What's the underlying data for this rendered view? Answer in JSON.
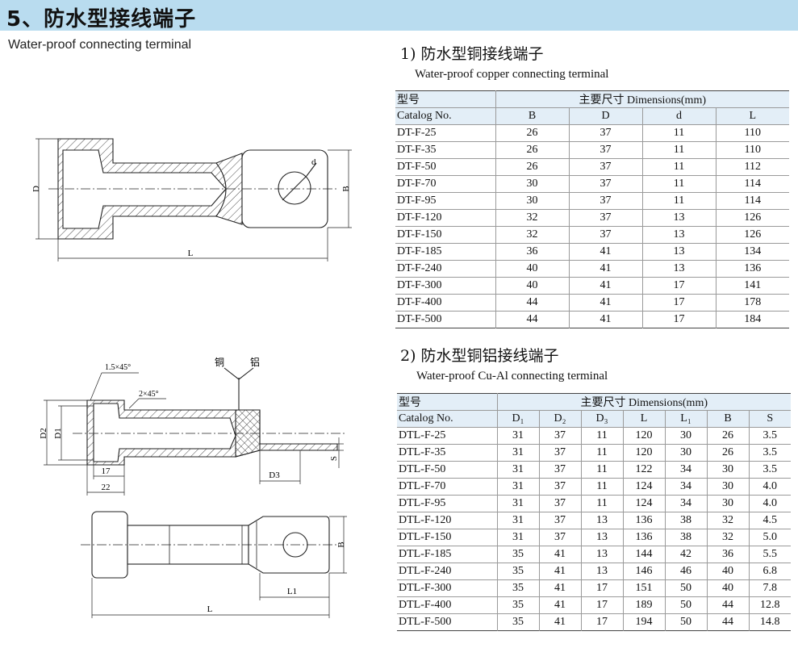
{
  "header": {
    "title": "5、防水型接线端子"
  },
  "subtitle": "Water-proof  connecting terminal",
  "section1": {
    "heading": "1) 防水型铜接线端子",
    "heading_en": "Water-proof copper connecting terminal",
    "col_catalog_cn": "型号",
    "col_catalog_en": "Catalog No.",
    "dims_header": "主要尺寸 Dimensions(mm)",
    "columns": [
      "B",
      "D",
      "d",
      "L"
    ],
    "rows": [
      [
        "DT-F-25",
        "26",
        "37",
        "11",
        "110"
      ],
      [
        "DT-F-35",
        "26",
        "37",
        "11",
        "110"
      ],
      [
        "DT-F-50",
        "26",
        "37",
        "11",
        "112"
      ],
      [
        "DT-F-70",
        "30",
        "37",
        "11",
        "114"
      ],
      [
        "DT-F-95",
        "30",
        "37",
        "11",
        "114"
      ],
      [
        "DT-F-120",
        "32",
        "37",
        "13",
        "126"
      ],
      [
        "DT-F-150",
        "32",
        "37",
        "13",
        "126"
      ],
      [
        "DT-F-185",
        "36",
        "41",
        "13",
        "134"
      ],
      [
        "DT-F-240",
        "40",
        "41",
        "13",
        "136"
      ],
      [
        "DT-F-300",
        "40",
        "41",
        "17",
        "141"
      ],
      [
        "DT-F-400",
        "44",
        "41",
        "17",
        "178"
      ],
      [
        "DT-F-500",
        "44",
        "41",
        "17",
        "184"
      ]
    ]
  },
  "section2": {
    "heading": "2) 防水型铜铝接线端子",
    "heading_en": "Water-proof Cu-Al connecting terminal",
    "col_catalog_cn": "型号",
    "col_catalog_en": "Catalog No.",
    "dims_header": "主要尺寸 Dimensions(mm)",
    "columns": [
      "D₁",
      "D₂",
      "D₃",
      "L",
      "L₁",
      "B",
      "S"
    ],
    "rows": [
      [
        "DTL-F-25",
        "31",
        "37",
        "11",
        "120",
        "30",
        "26",
        "3.5"
      ],
      [
        "DTL-F-35",
        "31",
        "37",
        "11",
        "120",
        "30",
        "26",
        "3.5"
      ],
      [
        "DTL-F-50",
        "31",
        "37",
        "11",
        "122",
        "34",
        "30",
        "3.5"
      ],
      [
        "DTL-F-70",
        "31",
        "37",
        "11",
        "124",
        "34",
        "30",
        "4.0"
      ],
      [
        "DTL-F-95",
        "31",
        "37",
        "11",
        "124",
        "34",
        "30",
        "4.0"
      ],
      [
        "DTL-F-120",
        "31",
        "37",
        "13",
        "136",
        "38",
        "32",
        "4.5"
      ],
      [
        "DTL-F-150",
        "31",
        "37",
        "13",
        "136",
        "38",
        "32",
        "5.0"
      ],
      [
        "DTL-F-185",
        "35",
        "41",
        "13",
        "144",
        "42",
        "36",
        "5.5"
      ],
      [
        "DTL-F-240",
        "35",
        "41",
        "13",
        "146",
        "46",
        "40",
        "6.8"
      ],
      [
        "DTL-F-300",
        "35",
        "41",
        "17",
        "151",
        "50",
        "40",
        "7.8"
      ],
      [
        "DTL-F-400",
        "35",
        "41",
        "17",
        "189",
        "50",
        "44",
        "12.8"
      ],
      [
        "DTL-F-500",
        "35",
        "41",
        "17",
        "194",
        "50",
        "44",
        "14.8"
      ]
    ]
  },
  "drawing1": {
    "label_D": "D",
    "label_d": "d",
    "label_B": "B",
    "label_L": "L"
  },
  "drawing2": {
    "label_chamfer1": "1.5×45°",
    "label_chamfer2": "2×45°",
    "label_copper": "铜",
    "label_aluminum": "铝",
    "label_D2": "D2",
    "label_D1": "D1",
    "label_17": "17",
    "label_22": "22",
    "label_D3": "D3",
    "label_S": "S"
  },
  "drawing3": {
    "label_B": "B",
    "label_L1": "L1",
    "label_L": "L"
  },
  "colors": {
    "title_bar": "#b9dcef",
    "table_header": "#e3eef7"
  }
}
